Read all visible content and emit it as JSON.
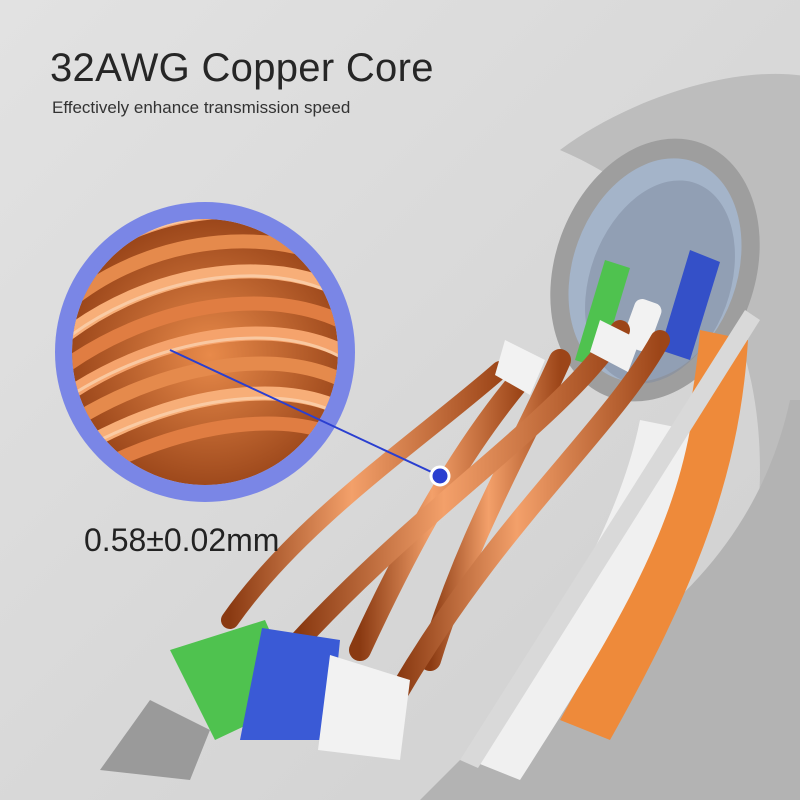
{
  "headline": "32AWG Copper Core",
  "subline": "Effectively enhance transmission speed",
  "measurement": "0.58±0.02mm",
  "colors": {
    "background": "#d9d9d9",
    "jacket": "#b9b9b9",
    "ring": "#6f7fe6",
    "copper": "#d8753a",
    "green": "#4fc24f",
    "blue": "#3450c8",
    "orange": "#ee8a3a",
    "callout": "#2a3fd0"
  }
}
